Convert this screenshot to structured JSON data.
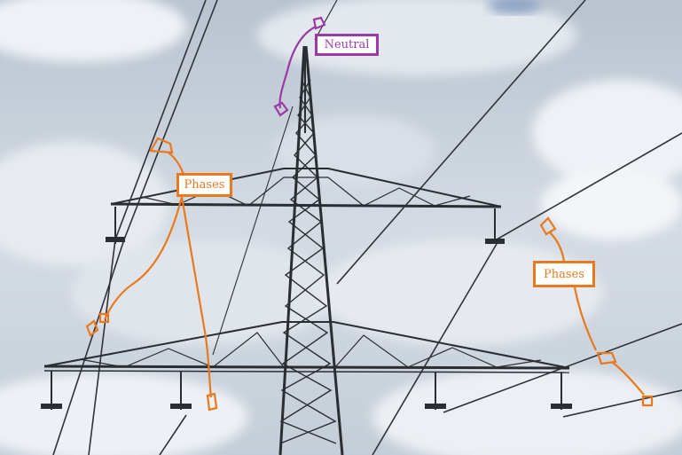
{
  "labels": {
    "neutral": "Neutral",
    "phases_left": "Phases",
    "phases_right": "Phases"
  },
  "colors": {
    "sky": "#c9d2dc",
    "cloud": "#eef1f5",
    "steel": "#2a2d31",
    "neutral_annotation": "#9b3aa6",
    "phase_annotation": "#e8791e"
  }
}
